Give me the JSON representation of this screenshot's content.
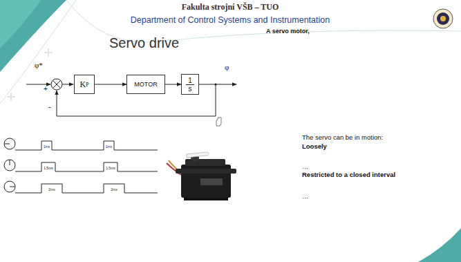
{
  "diagram": {
    "title": "Servo drive",
    "nodes": [
      {
        "text": [
          "K",
          "P"
        ]
      },
      {
        "text": [
          "MOTOR"
        ]
      },
      {
        "text": [
          "1",
          "s"
        ]
      }
    ],
    "edges": [
      {
        "from": 0,
        "to": 1,
        "arrow": "to"
      },
      {
        "from": 1,
        "to": 2,
        "arrow": "to"
      }
    ],
    "labels": [
      "Fakulta strojní VŠB – TUO",
      "Department of Control Systems and Instrumentation",
      "A servo motor,",
      "φ*",
      "+",
      "-",
      "φ",
      "1ms",
      "1ms",
      "1.5ms",
      "1.5ms",
      "2ms",
      "2ms",
      "The servo can be in motion:",
      "Loosely",
      "…",
      "Restricted to a closed interval",
      "…"
    ]
  }
}
